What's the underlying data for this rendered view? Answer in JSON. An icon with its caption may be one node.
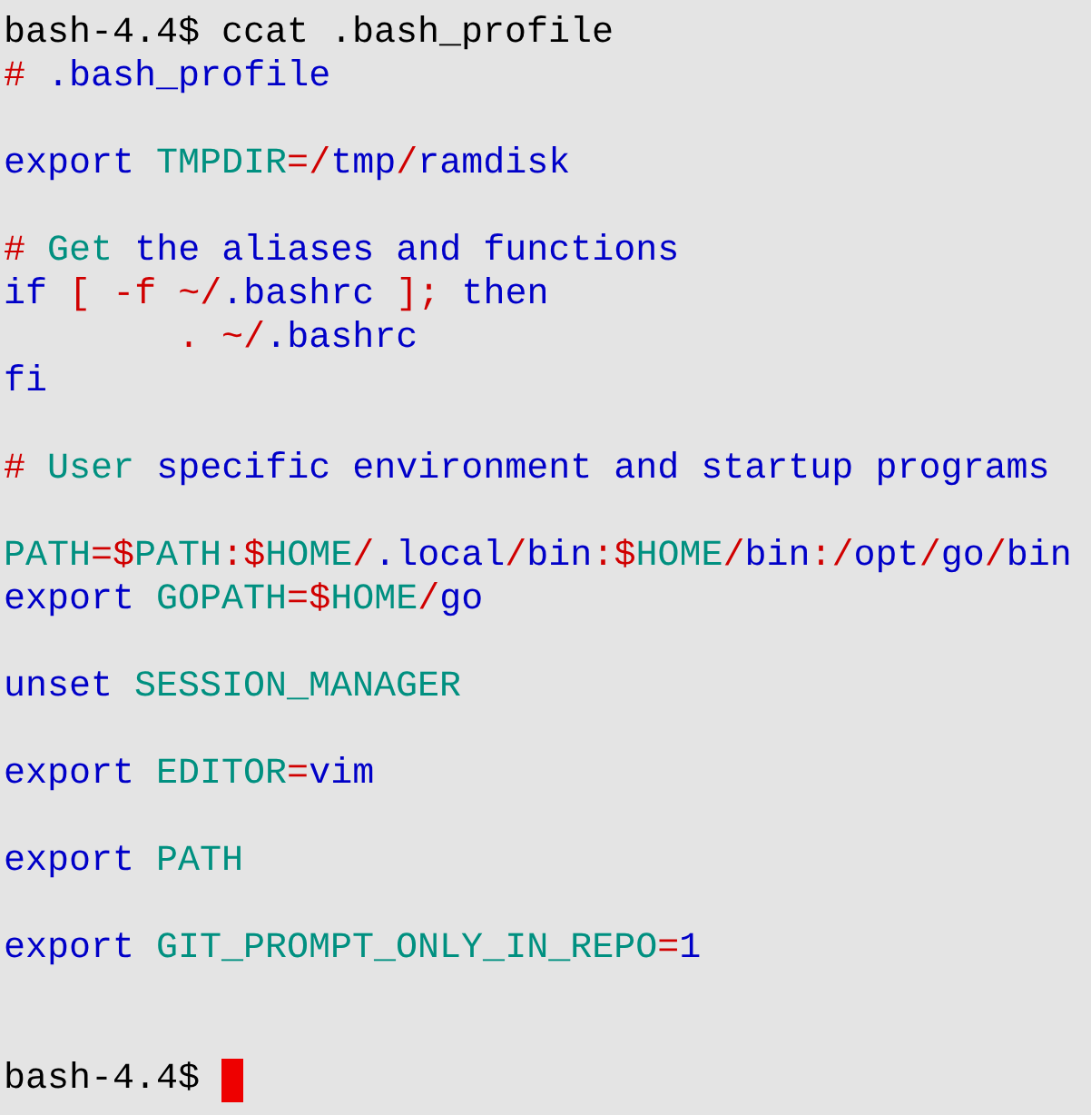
{
  "diagram": {
    "labels": [
      "bash-4.4$ ccat .bash_profile",
      "# .bash_profile",
      "export TMPDIR=/tmp/ramdisk",
      "# Get the aliases and functions",
      "if [ -f ~/.bashrc ]; then",
      ". ~/.bashrc",
      "fi",
      "# User specific environment and startup programs",
      "PATH=$PATH:$HOME/.local/bin:$HOME/bin:/opt/go/bin",
      "export GOPATH=$HOME/go",
      "unset SESSION_MANAGER",
      "export EDITOR=vim",
      "export PATH",
      "export GIT_PROMPT_ONLY_IN_REPO=1",
      "bash-4.4$"
    ]
  }
}
